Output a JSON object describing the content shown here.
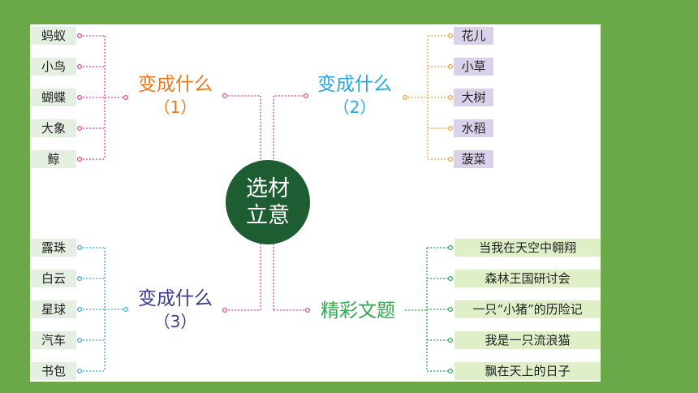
{
  "center": {
    "line1": "选材",
    "line2": "立意"
  },
  "branches": {
    "b1": {
      "title": "变成什么",
      "num": "（1）",
      "color": "#ea7a22",
      "line": "#e0448d",
      "leaves": [
        "蚂蚁",
        "小鸟",
        "蝴蝶",
        "大象",
        "鲸"
      ]
    },
    "b2": {
      "title": "变成什么",
      "num": "（2）",
      "color": "#2aa6e0",
      "line": "#f0a040",
      "leaves": [
        "花儿",
        "小草",
        "大树",
        "水稻",
        "菠菜"
      ]
    },
    "b3": {
      "title": "变成什么",
      "num": "（3）",
      "color": "#3b3b8c",
      "line": "#3ca8d8",
      "leaves": [
        "露珠",
        "白云",
        "星球",
        "汽车",
        "书包"
      ]
    },
    "b4": {
      "title": "精彩文题",
      "color": "#2fa84f",
      "line": "#2fa84f",
      "leaves": [
        "当我在天空中翱翔",
        "森林王国研讨会",
        "一只“小猪”的历险记",
        "我是一只流浪猫",
        "飘在天上的日子"
      ]
    }
  },
  "colors": {
    "background": "#6aa84a",
    "center_fill": "#1e5d32",
    "center_lines": "#e0448d"
  }
}
